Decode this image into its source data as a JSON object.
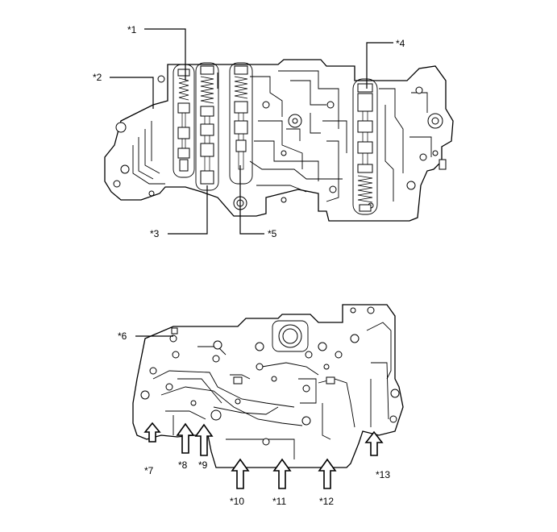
{
  "labels": {
    "l1": "*1",
    "l2": "*2",
    "l3": "*3",
    "l4": "*4",
    "l5": "*5",
    "l6": "*6",
    "l7": "*7",
    "l8": "*8",
    "l9": "*9",
    "l10": "*10",
    "l11": "*11",
    "l12": "*12",
    "l13": "*13"
  }
}
